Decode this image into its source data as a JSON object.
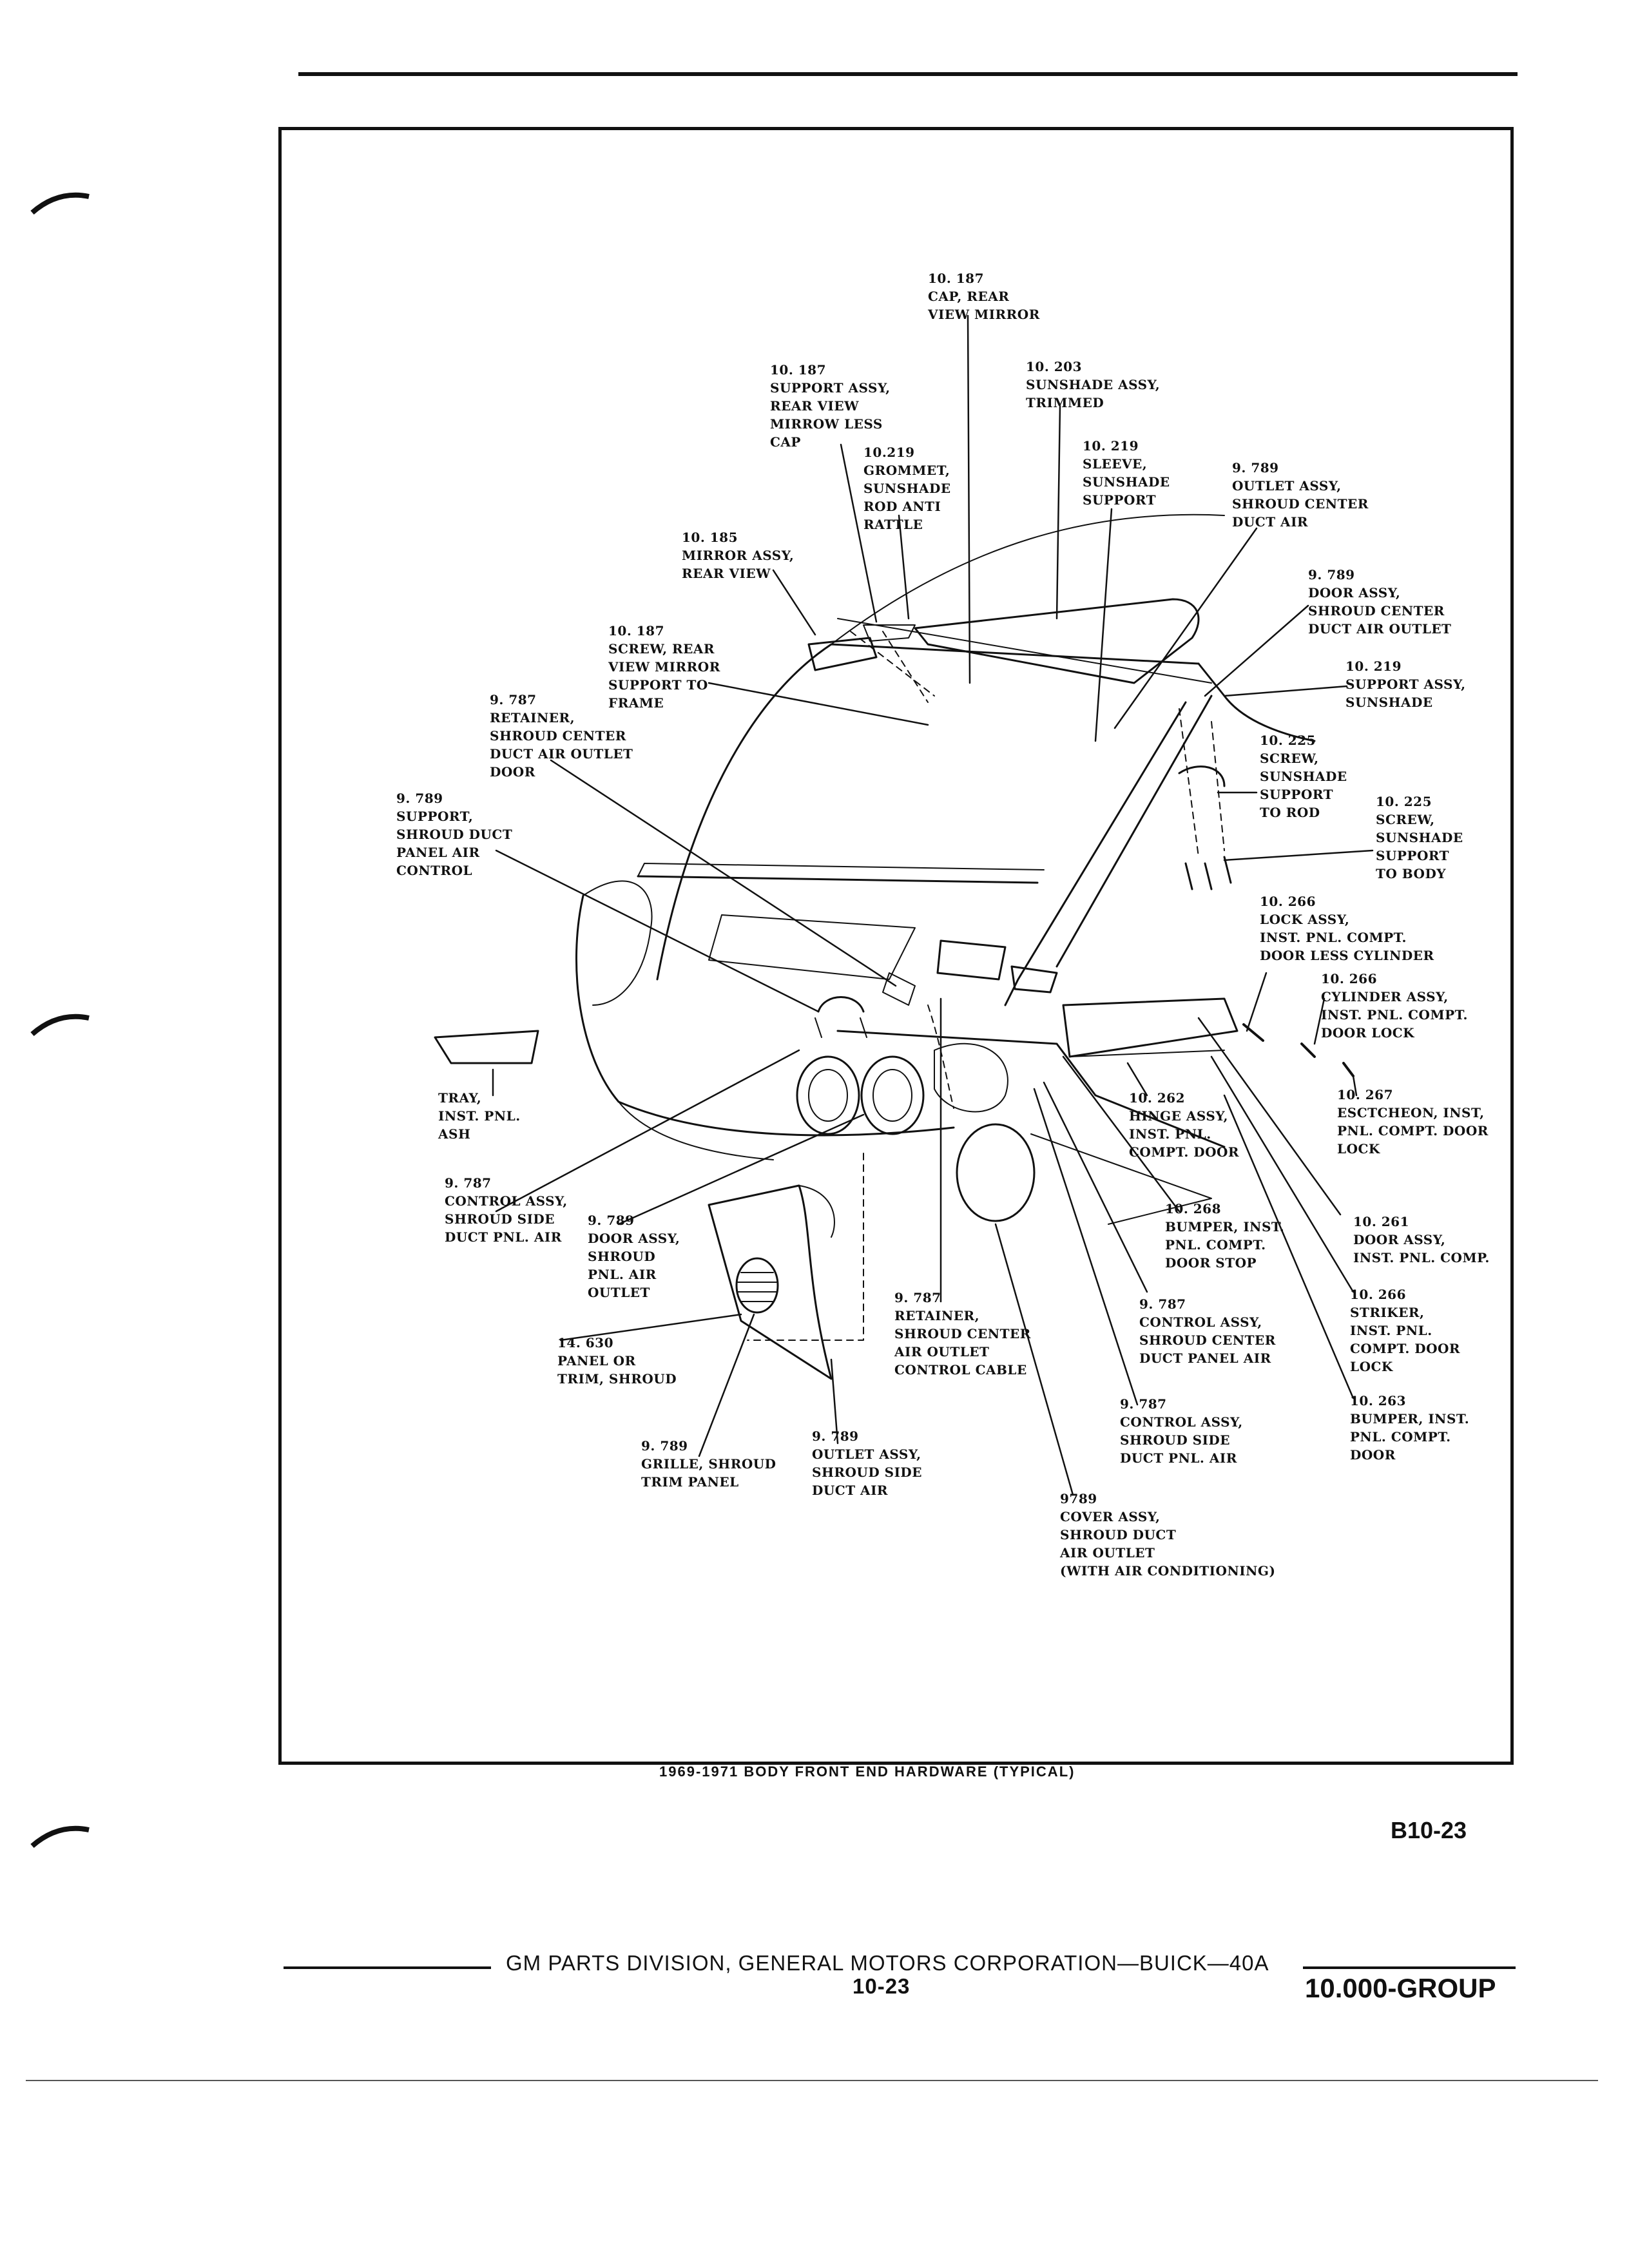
{
  "caption": "1969-1971 BODY FRONT END HARDWARE (TYPICAL)",
  "page_id": "B10-23",
  "footer": {
    "publisher": "GM PARTS DIVISION, GENERAL MOTORS CORPORATION—BUICK—40A",
    "page_number": "10-23",
    "group": "10.000-GROUP"
  },
  "callouts": [
    {
      "id": "c1",
      "text": "10. 187\nCAP, REAR\nVIEW MIRROR"
    },
    {
      "id": "c2",
      "text": "10. 187\nSUPPORT ASSY,\nREAR VIEW\nMIRROW LESS\nCAP"
    },
    {
      "id": "c3",
      "text": "10. 203\nSUNSHADE ASSY,\nTRIMMED"
    },
    {
      "id": "c4",
      "text": "10.219\nGROMMET,\nSUNSHADE\nROD ANTI\nRATTLE"
    },
    {
      "id": "c5",
      "text": "10. 219\nSLEEVE,\nSUNSHADE\nSUPPORT"
    },
    {
      "id": "c6",
      "text": "9. 789\nOUTLET ASSY,\nSHROUD CENTER\nDUCT AIR"
    },
    {
      "id": "c7",
      "text": "10. 185\nMIRROR ASSY,\nREAR VIEW"
    },
    {
      "id": "c8",
      "text": "9. 789\nDOOR ASSY,\nSHROUD CENTER\nDUCT AIR OUTLET"
    },
    {
      "id": "c9",
      "text": "10. 187\nSCREW, REAR\nVIEW MIRROR\nSUPPORT TO\nFRAME"
    },
    {
      "id": "c10",
      "text": "10. 219\nSUPPORT ASSY,\nSUNSHADE"
    },
    {
      "id": "c11",
      "text": "9. 787\nRETAINER,\nSHROUD CENTER\nDUCT AIR OUTLET\nDOOR"
    },
    {
      "id": "c12",
      "text": "10. 225\nSCREW,\nSUNSHADE\nSUPPORT\nTO ROD"
    },
    {
      "id": "c13",
      "text": "9. 789\nSUPPORT,\nSHROUD DUCT\nPANEL AIR\nCONTROL"
    },
    {
      "id": "c14",
      "text": "10. 225\nSCREW,\nSUNSHADE\nSUPPORT\nTO BODY"
    },
    {
      "id": "c15",
      "text": "10. 266\nLOCK ASSY,\nINST. PNL. COMPT.\nDOOR LESS CYLINDER"
    },
    {
      "id": "c16",
      "text": "10. 266\nCYLINDER ASSY,\nINST. PNL. COMPT.\nDOOR LOCK"
    },
    {
      "id": "c17",
      "text": "TRAY,\nINST. PNL.\nASH"
    },
    {
      "id": "c18",
      "text": "10. 267\nESCTCHEON, INST,\nPNL. COMPT. DOOR\nLOCK"
    },
    {
      "id": "c19",
      "text": "10. 262\nHINGE ASSY,\nINST. PNL.\nCOMPT. DOOR"
    },
    {
      "id": "c20",
      "text": "9. 787\nCONTROL ASSY,\nSHROUD SIDE\nDUCT PNL. AIR"
    },
    {
      "id": "c21",
      "text": "9. 789\nDOOR ASSY,\nSHROUD\nPNL. AIR\nOUTLET"
    },
    {
      "id": "c22",
      "text": "10. 268\nBUMPER, INST.\nPNL. COMPT.\nDOOR STOP"
    },
    {
      "id": "c23",
      "text": "10. 261\nDOOR ASSY,\nINST. PNL. COMP."
    },
    {
      "id": "c24",
      "text": "9. 787\nRETAINER,\nSHROUD CENTER\nAIR OUTLET\nCONTROL CABLE"
    },
    {
      "id": "c25",
      "text": "9. 787\nCONTROL ASSY,\nSHROUD CENTER\nDUCT PANEL AIR"
    },
    {
      "id": "c26",
      "text": "10. 266\nSTRIKER,\nINST. PNL.\nCOMPT. DOOR\nLOCK"
    },
    {
      "id": "c27",
      "text": "14. 630\nPANEL OR\nTRIM, SHROUD"
    },
    {
      "id": "c28",
      "text": "9. 787\nCONTROL ASSY,\nSHROUD SIDE\nDUCT PNL. AIR"
    },
    {
      "id": "c29",
      "text": "10. 263\nBUMPER, INST.\nPNL. COMPT.\nDOOR"
    },
    {
      "id": "c30",
      "text": "9. 789\nGRILLE, SHROUD\nTRIM PANEL"
    },
    {
      "id": "c31",
      "text": "9. 789\nOUTLET ASSY,\nSHROUD SIDE\nDUCT AIR"
    },
    {
      "id": "c32",
      "text": "9789\nCOVER ASSY,\nSHROUD DUCT\nAIR OUTLET\n(WITH AIR CONDITIONING)"
    }
  ]
}
